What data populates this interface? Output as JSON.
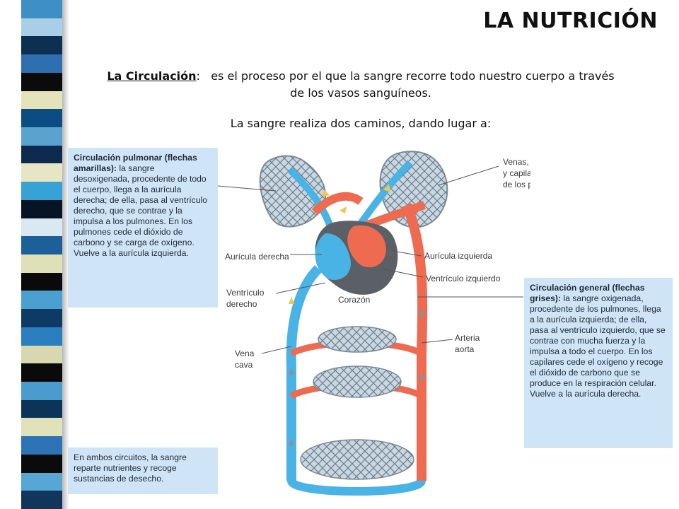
{
  "title": "LA NUTRICIÓN",
  "intro": {
    "term": "La Circulación",
    "colon": ":",
    "text": "es el proceso por el que la sangre recorre todo nuestro cuerpo a través de los vasos sanguíneos."
  },
  "subline": "La sangre realiza dos caminos, dando lugar a:",
  "box_pulmonar": {
    "heading": "Circulación pulmonar (flechas amarillas):",
    "body": "la sangre desoxigenada, procedente de todo el cuerpo, llega a la aurícula derecha; de ella, pasa al ventrículo derecho, que se contrae y la impulsa a los pulmones. En los pulmones cede el dióxido de carbono y se carga de oxígeno. Vuelve a la aurícula izquierda."
  },
  "box_general": {
    "heading": "Circulación general (flechas grises):",
    "body": "la sangre oxigenada, procedente de los pulmones, llega a la aurícula izquierda; de ella, pasa al ventrículo izquierdo, que se contrae con mucha fuerza y la impulsa a todo el cuerpo. En los capilares cede el oxígeno y recoge el dióxido de carbono que se produce en la respiración celular. Vuelve a la aurícula derecha."
  },
  "box_ambos": {
    "text": "En ambos circuitos, la sangre reparte nutrientes y recoge sustancias de desecho."
  },
  "labels": {
    "venas_1": "Venas, arterias",
    "venas_2": "y capilares",
    "venas_3": "de los pulmones",
    "auricula_derecha": "Aurícula derecha",
    "auricula_izquierda": "Aurícula izquierda",
    "ventriculo_izquierdo": "Ventrículo izquierdo",
    "ventriculo_derecho_1": "Ventrículo",
    "ventriculo_derecho_2": "derecho",
    "corazon": "Corazón",
    "vena_1": "Vena",
    "vena_2": "cava",
    "arteria_1": "Arteria",
    "arteria_2": "aorta"
  },
  "colors": {
    "venous_blue": "#4ab3e6",
    "arterial_red": "#ee6a50",
    "heart_dark": "#5a6066",
    "box_bg": "#cfe4f7",
    "arrow_yellow": "#f2c744"
  },
  "stripe_colors": [
    "#3d8fc4",
    "#a9cfe6",
    "#0d2f52",
    "#2e6fb0",
    "#0b0b0b",
    "#e4e4bb",
    "#0b4c82",
    "#5aa3cf",
    "#0f2a4f",
    "#e6e6c4",
    "#36a2d6",
    "#061426",
    "#d9e8f2",
    "#1d5f99",
    "#e0e0b8",
    "#0a0a0a",
    "#4aa0d0",
    "#0e3a66",
    "#2b7ebf",
    "#d8d8b0",
    "#0a0a0a",
    "#4b9bcc",
    "#0c3458",
    "#e2e2ba",
    "#2d73b5",
    "#0b0b0b",
    "#56a7d4",
    "#12355c"
  ]
}
